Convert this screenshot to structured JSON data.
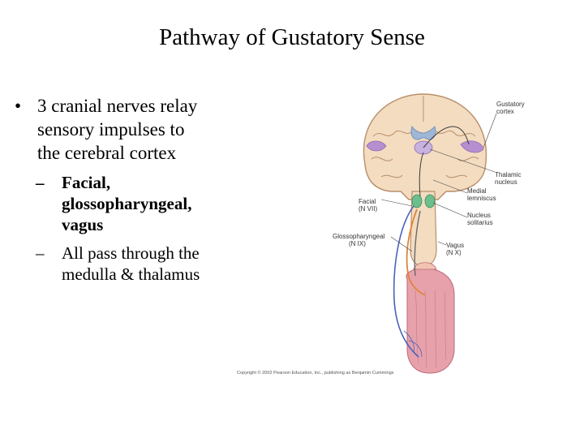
{
  "slide": {
    "title": "Pathway of Gustatory Sense",
    "bullet": {
      "marker": "•",
      "lines": [
        "3 cranial nerves relay",
        "sensory impulses to",
        "the cerebral cortex"
      ]
    },
    "subbullets": [
      {
        "marker": "–",
        "lines": [
          "Facial,",
          "glossopharyngeal,",
          "vagus"
        ],
        "bold": true
      },
      {
        "marker": "–",
        "lines": [
          "All pass through the",
          "medulla & thalamus"
        ],
        "bold": false
      }
    ]
  },
  "figure": {
    "labels": {
      "gustatory_cortex": [
        "Gustatory",
        "cortex"
      ],
      "thalamic_nucleus": [
        "Thalamic",
        "nucleus"
      ],
      "facial": [
        "Facial",
        "(N VII)"
      ],
      "medial_lemniscus": [
        "Medial",
        "lemniscus"
      ],
      "nucleus_solitarius": [
        "Nucleus",
        "solitarius"
      ],
      "glossopharyngeal": [
        "Glossopharyngeal",
        "(N IX)"
      ],
      "vagus": [
        "Vagus",
        "(N X)"
      ]
    },
    "copyright": "Copyright © 2002 Pearson Education, Inc., publishing as Benjamin Cummings"
  },
  "colors": {
    "brain_tissue": "#f3dcc0",
    "gyri_outline": "#b88f6a",
    "ventricle": "#9fb7d6",
    "cortex_area": "#b58fcf",
    "nucleus": "#6cbf8c",
    "tongue": "#e7a1ab",
    "nerve_blue": "#4a63b7",
    "nerve_orange": "#e0853a"
  }
}
